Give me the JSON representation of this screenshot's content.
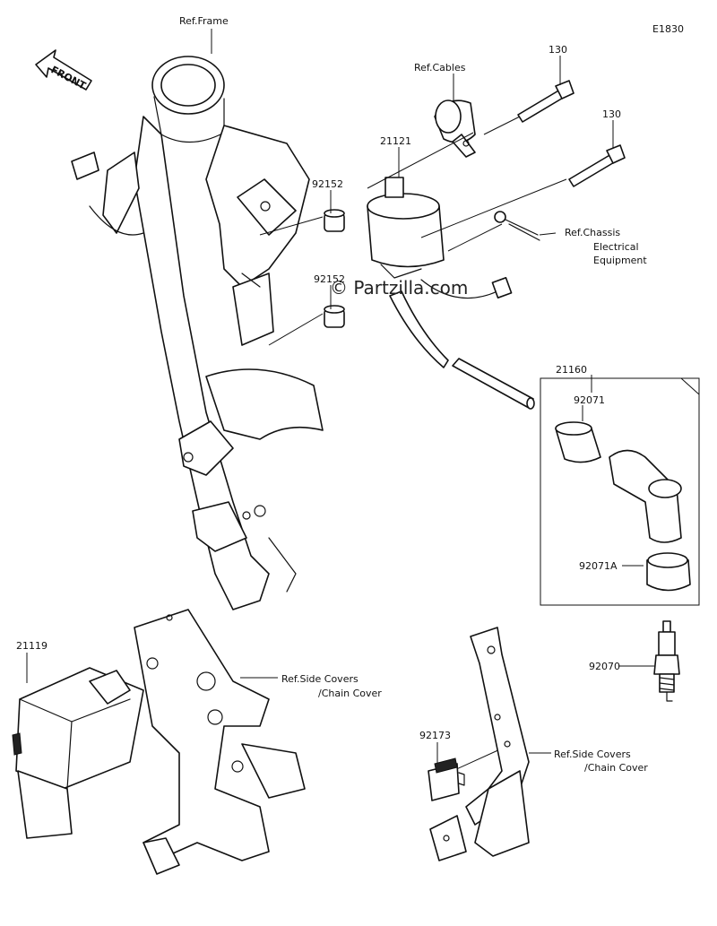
{
  "diagram_code": "E1830",
  "watermark": "© Partzilla.com",
  "direction_label": "FRONT",
  "labels": {
    "ref_frame": "Ref.Frame",
    "ref_cables": "Ref.Cables",
    "bolt_a": "130",
    "bolt_b": "130",
    "coil": "21121",
    "collar_a": "92152",
    "collar_b": "92152",
    "ref_chassis_1": "Ref.Chassis",
    "ref_chassis_2": "Electrical",
    "ref_chassis_3": "Equipment",
    "plug_cap_assy": "21160",
    "cap_a": "92071",
    "cap_b": "92071A",
    "cdi_unit": "21119",
    "ref_side_covers_1a": "Ref.Side Covers",
    "ref_side_covers_1b": "/Chain Cover",
    "spark_plug": "92070",
    "connector": "92173",
    "ref_side_covers_2a": "Ref.Side Covers",
    "ref_side_covers_2b": "/Chain Cover"
  }
}
